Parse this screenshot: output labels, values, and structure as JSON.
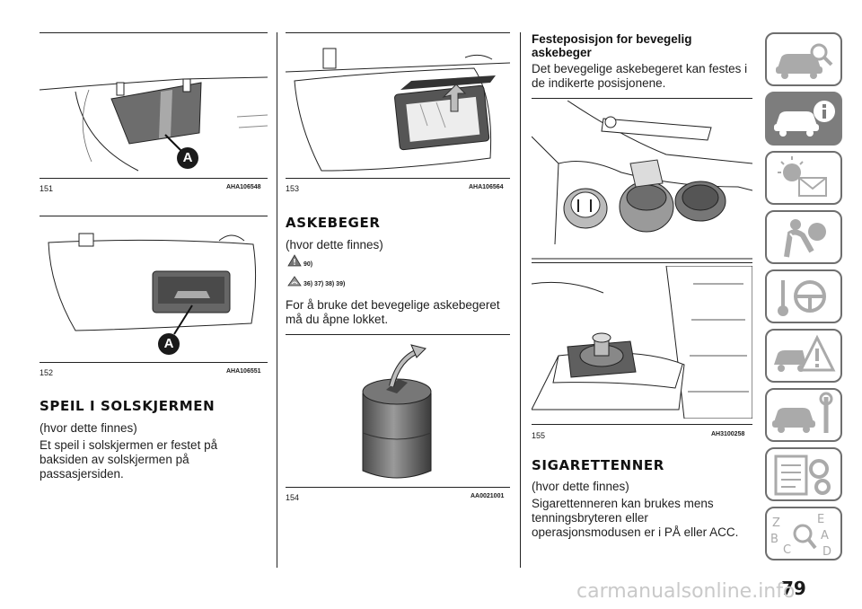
{
  "figures": {
    "f151": {
      "number": "151",
      "code": "AHA106548",
      "callout": "A"
    },
    "f152": {
      "number": "152",
      "code": "AHA106551",
      "callout": "A"
    },
    "f153": {
      "number": "153",
      "code": "AHA106564"
    },
    "f154": {
      "number": "154",
      "code": "AA0021001"
    },
    "f155": {
      "number": "155",
      "code": "AH3100258"
    }
  },
  "col1": {
    "heading": "SPEIL I SOLSKJERMEN",
    "subtitle": "(hvor dette finnes)",
    "body": [
      "Et speil i solskjermen er festet på",
      "baksiden av solskjermen på",
      "passasjersiden."
    ]
  },
  "col2": {
    "heading": "ASKEBEGER",
    "subtitle": "(hvor dette finnes)",
    "warning1": "90)",
    "warning2": "36) 37) 38) 39)",
    "body": [
      "For å bruke det bevegelige askebegeret",
      "må du åpne lokket."
    ]
  },
  "col3": {
    "heading": [
      "Festeposisjon for bevegelig",
      "askebeger"
    ],
    "body": [
      "Det bevegelige askebegeret kan festes i",
      "de indikerte posisjonene."
    ],
    "heading2": "SIGARETTENNER",
    "subtitle2": "(hvor dette finnes)",
    "body2": [
      "Sigarettenneren kan brukes mens",
      "tenningsbryteren eller",
      "operasjonsmodusen er i PÅ eller ACC."
    ]
  },
  "side_tabs": [
    {
      "icon": "car-search-icon",
      "active": false
    },
    {
      "icon": "car-info-icon",
      "active": true
    },
    {
      "icon": "light-message-icon",
      "active": false
    },
    {
      "icon": "seat-belt-airbag-icon",
      "active": false
    },
    {
      "icon": "key-steering-wheel-icon",
      "active": false
    },
    {
      "icon": "car-warning-icon",
      "active": false
    },
    {
      "icon": "car-wrench-icon",
      "active": false
    },
    {
      "icon": "specs-gear-icon",
      "active": false
    },
    {
      "icon": "alphabet-index-icon",
      "active": false
    }
  ],
  "page_number": "79",
  "watermark": "carmanualsonline.info"
}
